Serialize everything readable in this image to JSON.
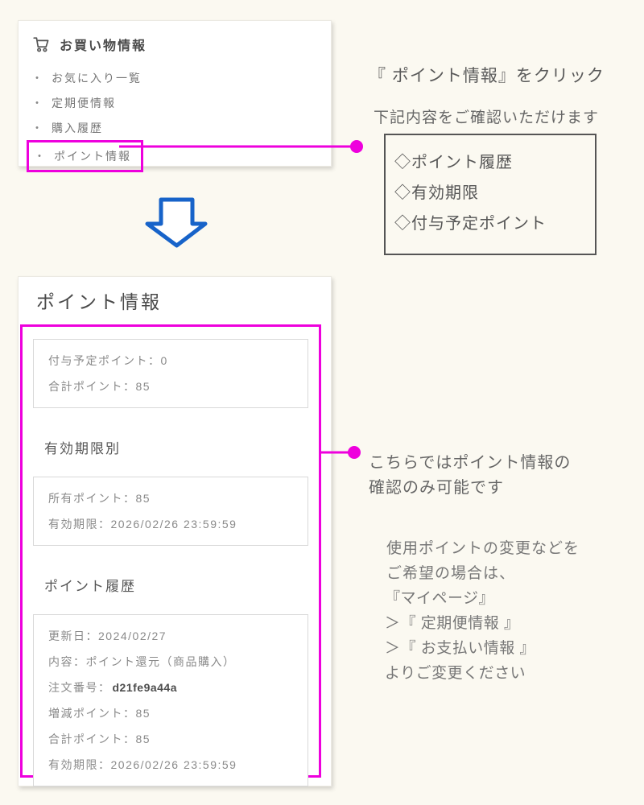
{
  "colors": {
    "background": "#FBF9F1",
    "highlight_magenta": "#EE00DD",
    "arrow_blue": "#1763C9",
    "box_border_dark": "#555555",
    "inner_box_border": "#D9D9D9"
  },
  "shopping_card": {
    "title": "お買い物情報",
    "icon": "cart-icon",
    "bullet": "・",
    "items": [
      {
        "label": "お気に入り一覧",
        "highlighted": false
      },
      {
        "label": "定期便情報",
        "highlighted": false
      },
      {
        "label": "購入履歴",
        "highlighted": false
      },
      {
        "label": "ポイント情報",
        "highlighted": true
      }
    ]
  },
  "click_note": {
    "instruction": "『 ポイント情報』をクリック",
    "subtitle": "下記内容をご確認いただけます",
    "box_items": [
      "◇ポイント履歴",
      "◇有効期限",
      "◇付与予定ポイント"
    ]
  },
  "points_card": {
    "title": "ポイント情報",
    "summary_rows": [
      "付与予定ポイント：0",
      "合計ポイント：85"
    ],
    "expiry_heading": "有効期限別",
    "expiry_rows": [
      "所有ポイント：85",
      "有効期限：2026/02/26 23:59:59"
    ],
    "history_heading": "ポイント履歴",
    "history_rows": [
      "更新日：2024/02/27",
      "内容：ポイント還元（商品購入）",
      {
        "t": "注文番号： ",
        "b": "d21fe9a44a"
      },
      "増減ポイント：85",
      "合計ポイント：85",
      "有効期限：2026/02/26 23:59:59"
    ]
  },
  "info_note": {
    "main_lines": [
      "こちらではポイント情報の",
      "確認のみ可能です"
    ],
    "sub_lines": [
      "使用ポイントの変更などを",
      "ご希望の場合は、"
    ],
    "path_lines": [
      "『マイページ』",
      "＞『 定期便情報 』",
      "＞『 お支払い情報 』",
      "よりご変更ください"
    ]
  }
}
